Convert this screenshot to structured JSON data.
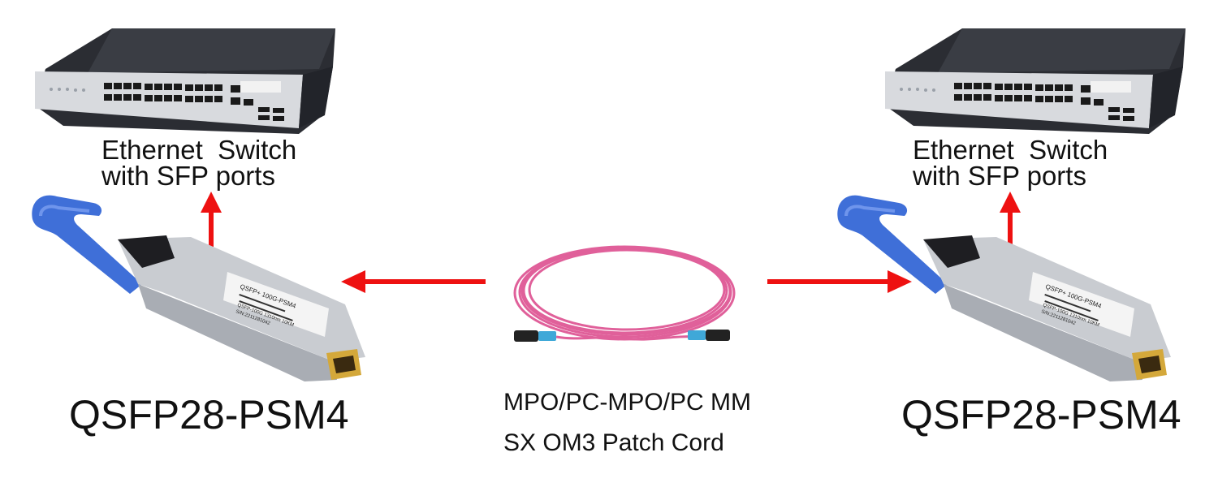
{
  "left": {
    "switch_label_line1": "Ethernet  Switch",
    "switch_label_line2": "with SFP ports",
    "module_label": "QSFP28-PSM4",
    "module_sticker_title": "QSFP+ 100G-PSM4",
    "module_sticker_line2": "QSFP-100G 1310nm 10KM",
    "module_sticker_line3": "S/N:2211281042"
  },
  "right": {
    "switch_label_line1": "Ethernet  Switch",
    "switch_label_line2": "with SFP ports",
    "module_label": "QSFP28-PSM4",
    "module_sticker_title": "QSFP+ 100G-PSM4",
    "module_sticker_line2": "QSFP-100G 1310nm 10KM",
    "module_sticker_line3": "S/N:2211281042"
  },
  "center": {
    "cord_label_line1": "MPO/PC-MPO/PC MM",
    "cord_label_line2": "SX OM3 Patch Cord"
  },
  "colors": {
    "arrow": "#ee1111",
    "cable": "#e0609a",
    "pull_tab": "#3f6fd8",
    "switch_body": "#2b2d33"
  }
}
